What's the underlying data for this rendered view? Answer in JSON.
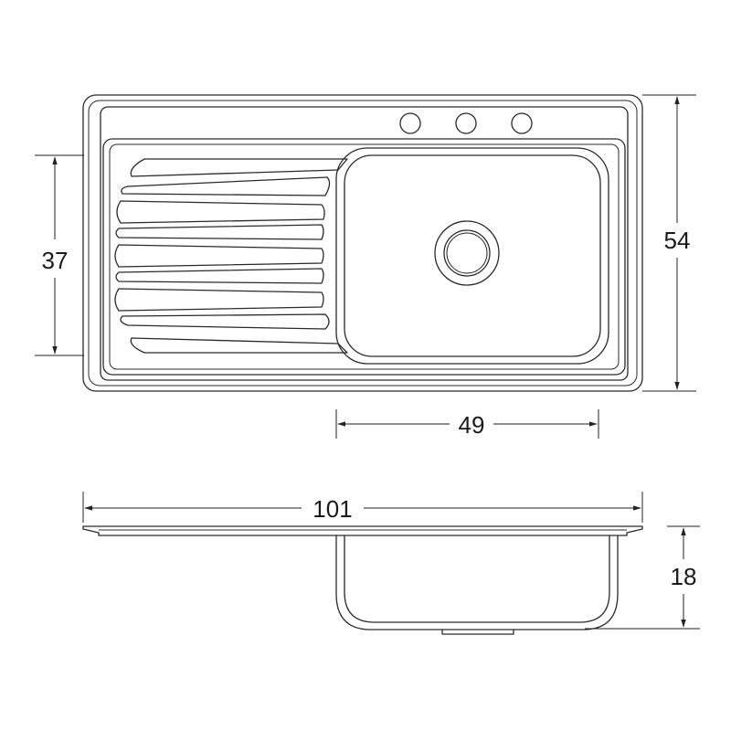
{
  "drawing": {
    "subject": "sink-with-drainboard",
    "views": [
      "top-view",
      "side-view"
    ]
  },
  "dimensions": {
    "total_width": "101",
    "total_depth": "54",
    "drainboard_depth": "37",
    "bowl_width": "49",
    "bowl_height": "18"
  },
  "faucet_holes": 3,
  "drain_ribs": 9
}
